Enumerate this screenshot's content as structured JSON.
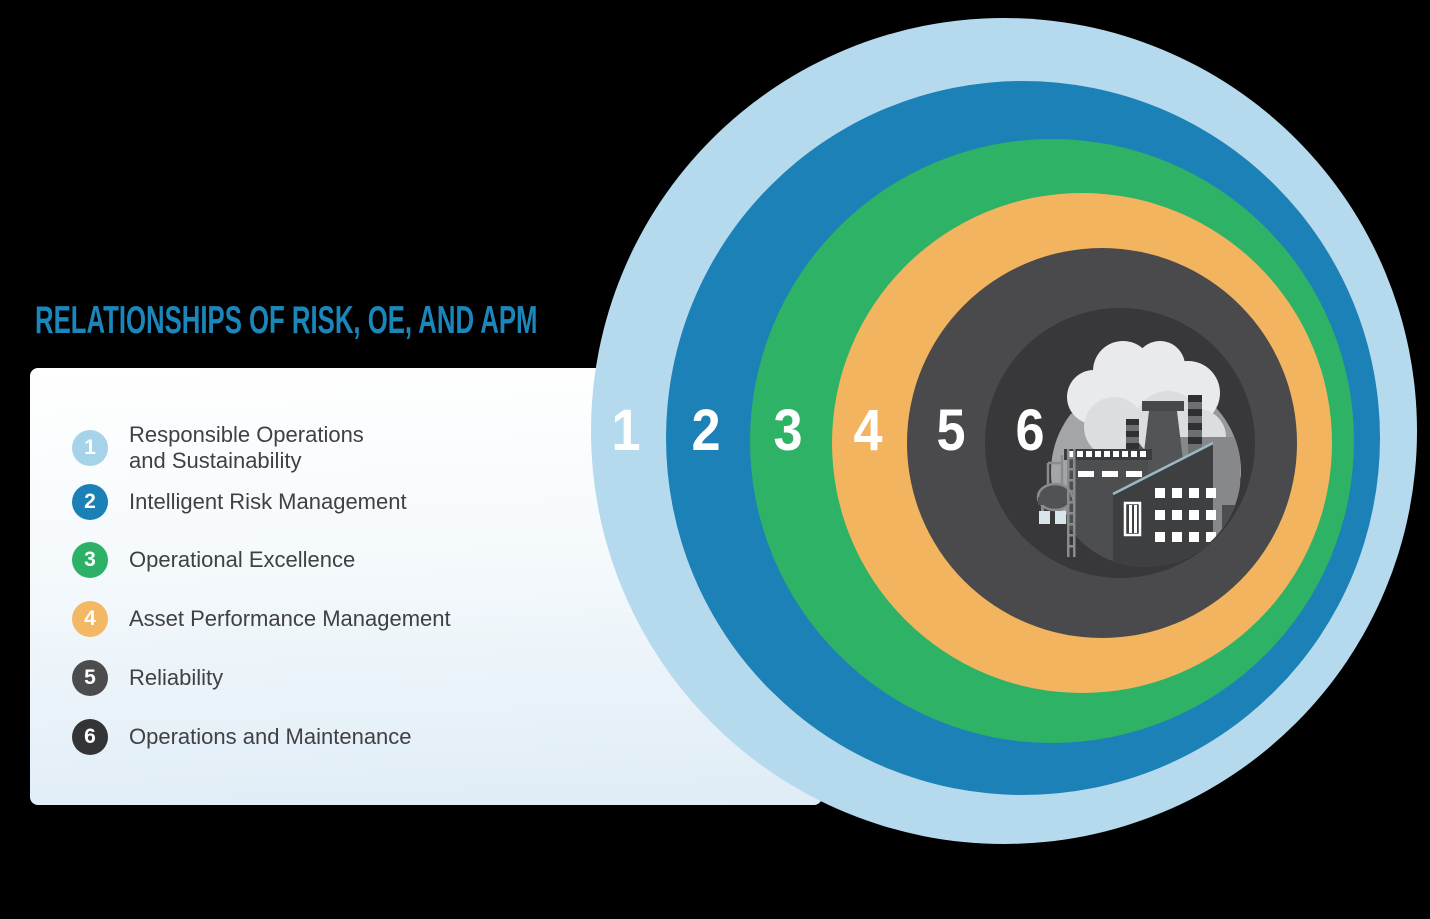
{
  "title": "RELATIONSHIPS OF RISK, OE, AND APM",
  "colors": {
    "title_accent": "#1b86ba",
    "legend_text": "#414042",
    "panel_gradient_top": "#ffffff",
    "panel_gradient_bottom": "#dfecf6",
    "ring_number_text": "#ffffff"
  },
  "legend": {
    "items": [
      {
        "num": "1",
        "label": "Responsible Operations and Sustainability",
        "line1": "Responsible Operations",
        "line2": "and Sustainability",
        "color": "#a6d2ea"
      },
      {
        "num": "2",
        "label": "Intelligent Risk Management",
        "line1": "Intelligent Risk Management",
        "line2": "",
        "color": "#1b80b6"
      },
      {
        "num": "3",
        "label": "Operational Excellence",
        "line1": "Operational Excellence",
        "line2": "",
        "color": "#2cb166"
      },
      {
        "num": "4",
        "label": "Asset Performance Management",
        "line1": "Asset Performance Management",
        "line2": "",
        "color": "#f3b863"
      },
      {
        "num": "5",
        "label": "Reliability",
        "line1": "Reliability",
        "line2": "",
        "color": "#4c4c4e"
      },
      {
        "num": "6",
        "label": "Operations and Maintenance",
        "line1": "Operations and Maintenance",
        "line2": "",
        "color": "#343436"
      }
    ]
  },
  "rings": [
    {
      "num": "1",
      "label": "Responsible Operations and Sustainability",
      "color": "#b6daed"
    },
    {
      "num": "2",
      "label": "Intelligent Risk Management",
      "color": "#1c81b7"
    },
    {
      "num": "3",
      "label": "Operational Excellence",
      "color": "#2db266"
    },
    {
      "num": "4",
      "label": "Asset Performance Management",
      "color": "#f2b45f"
    },
    {
      "num": "5",
      "label": "Reliability",
      "color": "#4a4a4c"
    },
    {
      "num": "6",
      "label": "Operations and Maintenance",
      "color": "#38383a"
    }
  ],
  "center": {
    "illustration": "factory-with-smoke",
    "background_color": "#58595b"
  }
}
